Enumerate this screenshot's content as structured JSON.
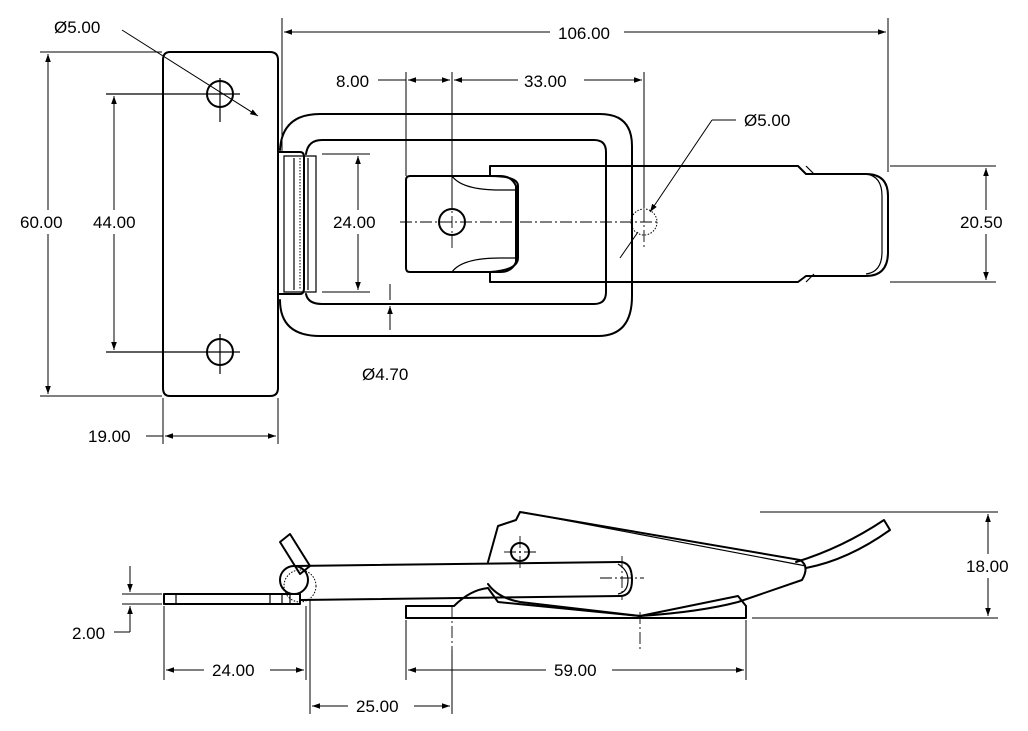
{
  "top_view": {
    "dims": {
      "hole_dia_left": "Ø5.00",
      "overall_length": "106.00",
      "hook_offset": "8.00",
      "pivot_distance": "33.00",
      "hole_dia_right": "Ø5.00",
      "plate_height": "60.00",
      "hole_spacing": "44.00",
      "bail_width": "24.00",
      "lever_width": "20.50",
      "wire_dia": "Ø4.70",
      "plate_width": "19.00"
    }
  },
  "side_view": {
    "dims": {
      "overall_height": "18.00",
      "plate_thickness": "2.00",
      "plate_length": "24.00",
      "base_length": "59.00",
      "hinge_to_keeper": "25.00"
    }
  }
}
